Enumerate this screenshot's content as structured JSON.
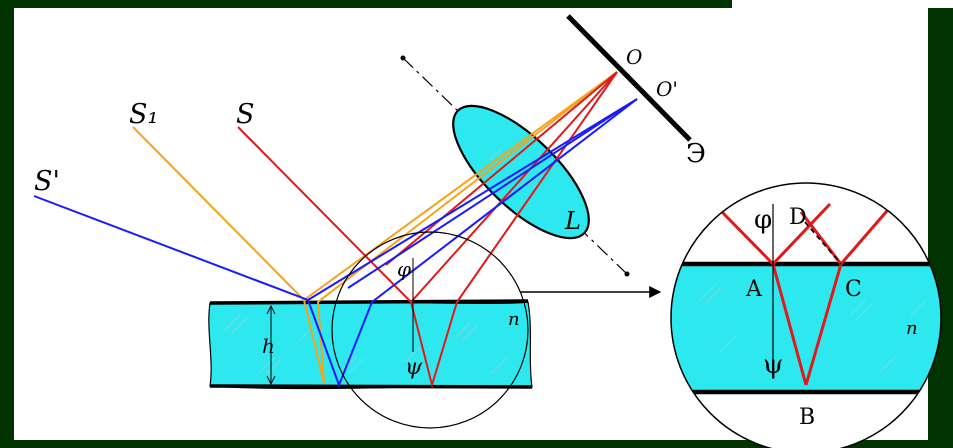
{
  "colors": {
    "frame": "#003300",
    "glass": "#2ee8f0",
    "ray_blue": "#1a1aff",
    "ray_red": "#e01a1a",
    "ray_orange": "#f7a21c",
    "edge": "#000000"
  },
  "labels": {
    "s1": "S₁",
    "s": "S",
    "s_prime": "S'",
    "o": "O",
    "o_prime": "O'",
    "screen": "Э",
    "lens": "L",
    "n_main": "n",
    "h": "h",
    "phi_main": "φ",
    "psi_main": "ψ",
    "phi_zoom": "φ",
    "psi_zoom": "ψ",
    "a": "A",
    "b": "B",
    "c": "C",
    "d": "D",
    "n_zoom": "n"
  }
}
